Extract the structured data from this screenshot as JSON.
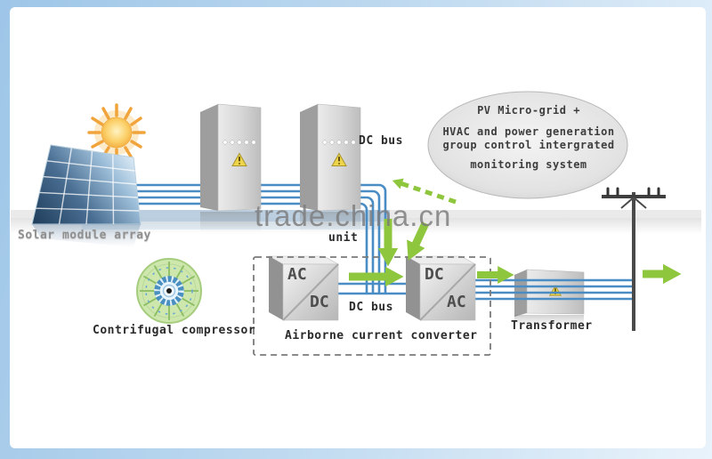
{
  "watermark": {
    "text": "trade.china.cn"
  },
  "cloud": {
    "lines": [
      "PV Micro-grid +",
      "HVAC and power generation",
      "group control intergrated",
      "monitoring system"
    ]
  },
  "labels": {
    "dc_bus_top": "DC bus",
    "solar_module_array": "Solar module array",
    "unit": "unit",
    "centrifugal_compressor": "Contrifugal compressor",
    "airborne_current_converter": "Airborne current converter",
    "dc_bus_bottom": "DC bus",
    "transformer": "Transformer"
  },
  "converters": {
    "ac_dc": {
      "top_label": "AC",
      "bottom_label": "DC"
    },
    "dc_ac": {
      "top_label": "DC",
      "bottom_label": "AC"
    }
  },
  "colors": {
    "arrow_green": "#8ec63d",
    "bus_blue": "#4a8cc4",
    "dash_gray": "#7a7a7a",
    "warning_yellow": "#edd44a",
    "pole_gray": "#4a4a4a",
    "frame_blue": "#9ec6e8"
  }
}
